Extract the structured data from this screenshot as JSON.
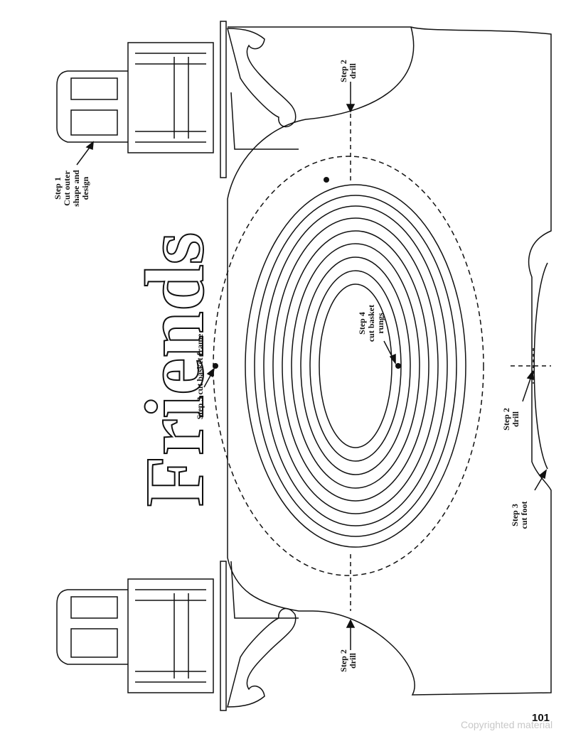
{
  "pattern": {
    "title_word": "Friends",
    "labels": {
      "step1_line1": "Step 1",
      "step1_line2": "Cut outer",
      "step1_line3": "shape and",
      "step1_line4": "design",
      "step2_top_line1": "Step 2",
      "step2_top_line2": "drill",
      "step2_bottom_line1": "Step 2",
      "step2_bottom_line2": "drill",
      "step2_right_line1": "Step 2",
      "step2_right_line2": "drill",
      "step3_frame": "Step 3 cut basket frame",
      "step3_foot_line1": "Step 3",
      "step3_foot_line2": "cut foot",
      "step4_line1": "Step 4",
      "step4_line2": "cut basket",
      "step4_line3": "rungs"
    }
  },
  "page_number": "101",
  "watermark": "Copyrighted material"
}
